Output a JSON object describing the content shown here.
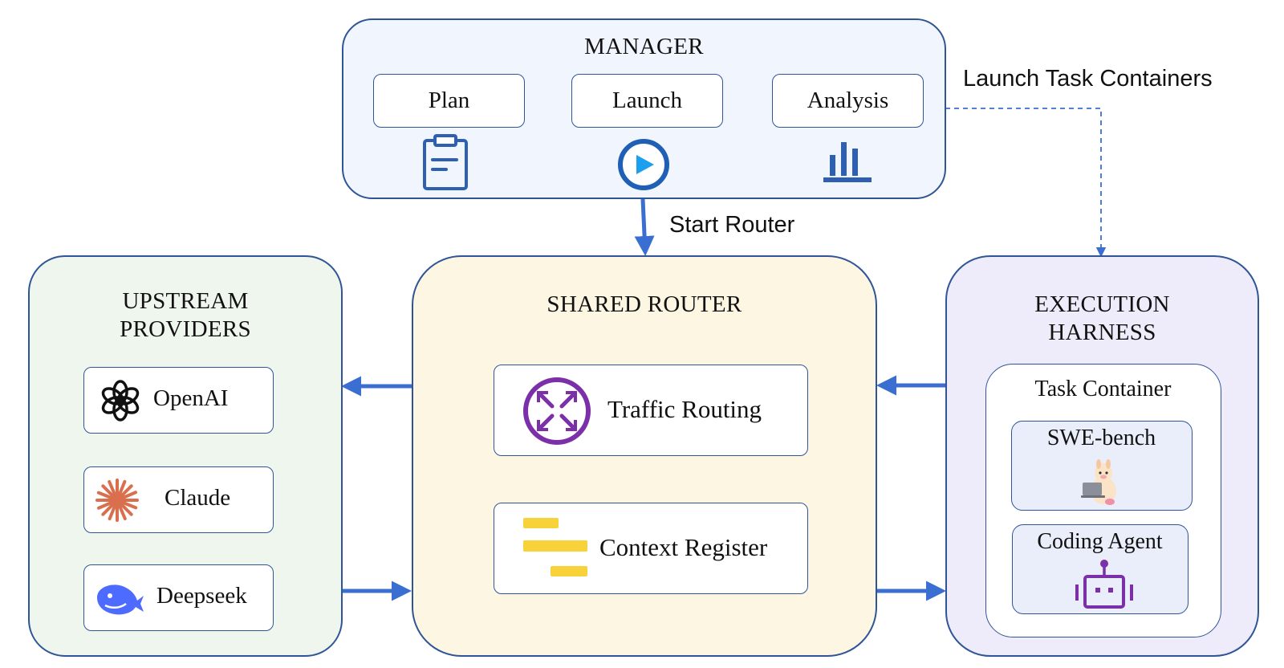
{
  "manager": {
    "title": "MANAGER",
    "buttons": [
      {
        "label": "Plan",
        "icon": "clipboard-icon"
      },
      {
        "label": "Launch",
        "icon": "play-circle-icon"
      },
      {
        "label": "Analysis",
        "icon": "bar-chart-icon"
      }
    ]
  },
  "edges": {
    "start_router": "Start Router",
    "launch_task_containers": "Launch Task Containers"
  },
  "upstream": {
    "title_line1": "UPSTREAM",
    "title_line2": "PROVIDERS",
    "providers": [
      {
        "label": "OpenAI",
        "icon": "openai-logo-icon"
      },
      {
        "label": "Claude",
        "icon": "claude-logo-icon"
      },
      {
        "label": "Deepseek",
        "icon": "deepseek-logo-icon"
      }
    ]
  },
  "router": {
    "title": "SHARED ROUTER",
    "modules": [
      {
        "label": "Traffic Routing",
        "icon": "traffic-routing-icon"
      },
      {
        "label": "Context Register",
        "icon": "context-register-icon"
      }
    ]
  },
  "harness": {
    "title_line1": "EXECUTION",
    "title_line2": "HARNESS",
    "container_title": "Task Container",
    "items": [
      {
        "label": "SWE-bench",
        "icon": "llama-mascot-icon"
      },
      {
        "label": "Coding Agent",
        "icon": "robot-icon"
      }
    ]
  },
  "colors": {
    "border": "#2f5597",
    "arrow": "#3a6fd1",
    "manager_bg": "#f1f5fd",
    "upstream_bg": "#eff6ee",
    "router_bg": "#fdf6e3",
    "harness_bg": "#eeebfa",
    "item_bg": "#e9eefa",
    "icon_blue": "#2f5fb0",
    "play_blue": "#1f7fd8",
    "purple": "#7b2fa8",
    "yellow": "#f7d23a",
    "claude_orange": "#da6f4d",
    "deepseek_blue": "#4d6bfe"
  }
}
